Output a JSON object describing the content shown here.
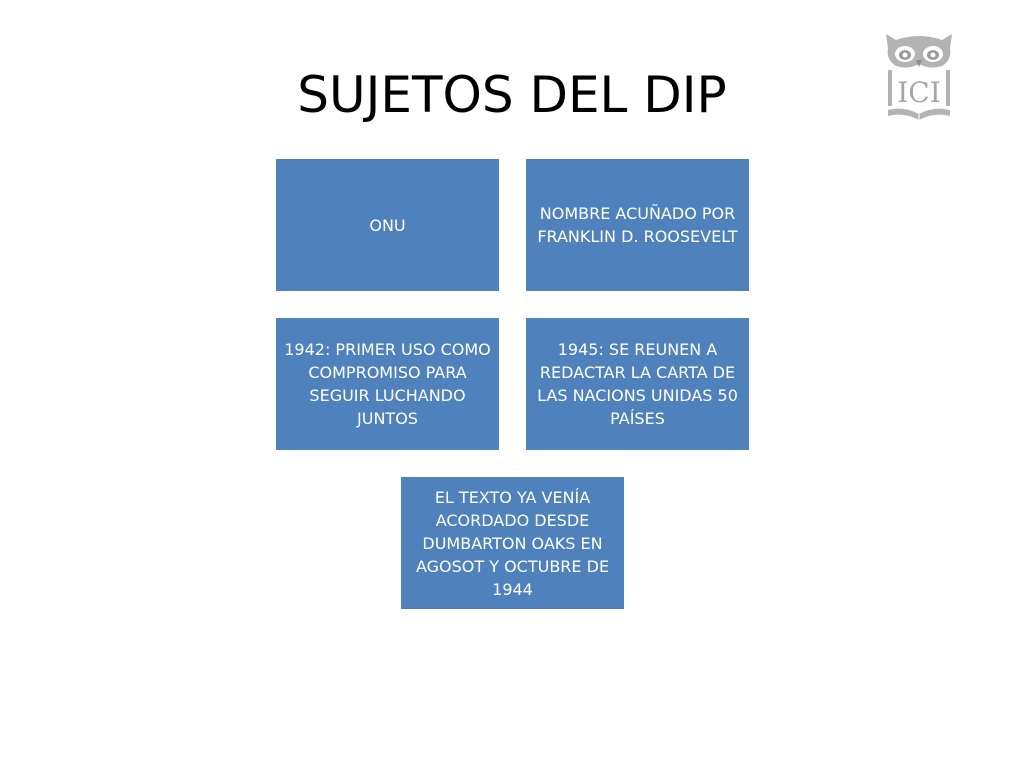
{
  "slide": {
    "title": "SUJETOS DEL DIP"
  },
  "logo": {
    "text": "ICI",
    "icon": "owl-book-logo",
    "color": "#a6a6a6"
  },
  "colors": {
    "box_fill": "#4f81bd",
    "box_text": "#ffffff"
  },
  "boxes": {
    "onu": "ONU",
    "nombre": "NOMBRE ACUÑADO POR FRANKLIN D. ROOSEVELT",
    "y1942": "1942: PRIMER USO COMO COMPROMISO PARA SEGUIR LUCHANDO JUNTOS",
    "y1945": "1945: SE REUNEN A REDACTAR LA CARTA DE LAS NACIONS UNIDAS 50 PAÍSES",
    "texto": "EL TEXTO YA VENÍA ACORDADO DESDE DUMBARTON OAKS  EN AGOSOT Y OCTUBRE DE 1944"
  }
}
